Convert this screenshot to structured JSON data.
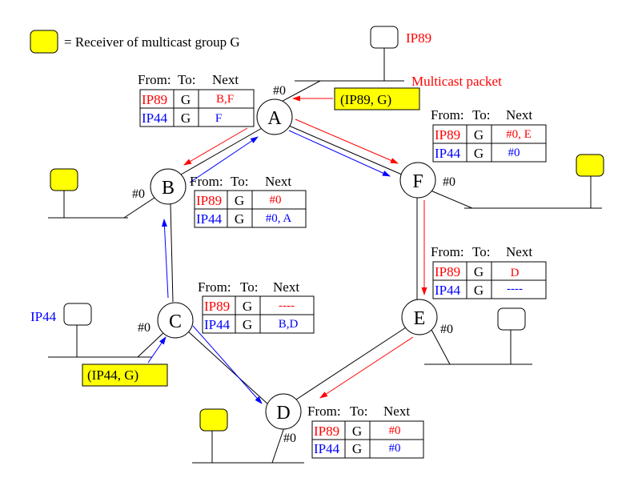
{
  "colors": {
    "red": "#ff0000",
    "blue": "#0000ff",
    "yellow": "#ffff00",
    "black": "#000000"
  },
  "legend": {
    "equals_text": "= Receiver of multicast group G"
  },
  "source": {
    "host_label": "IP89",
    "packet_label": "Multicast packet",
    "packet_tag": "(IP89, G)"
  },
  "source2": {
    "host_label": "IP44",
    "packet_tag": "(IP44, G)"
  },
  "nodes": {
    "A": {
      "label": "A",
      "iface": "#0"
    },
    "B": {
      "label": "B",
      "iface": "#0"
    },
    "C": {
      "label": "C",
      "iface": "#0"
    },
    "D": {
      "label": "D",
      "iface": "#0"
    },
    "E": {
      "label": "E",
      "iface": "#0"
    },
    "F": {
      "label": "F",
      "iface": "#0"
    }
  },
  "table_headers": {
    "from": "From:",
    "to": "To:",
    "next": "Next"
  },
  "tables": {
    "A": [
      {
        "from": "IP89",
        "to": "G",
        "next": "B,F"
      },
      {
        "from": "IP44",
        "to": "G",
        "next": "F"
      }
    ],
    "B": [
      {
        "from": "IP89",
        "to": "G",
        "next": "#0"
      },
      {
        "from": "IP44",
        "to": "G",
        "next": "#0, A"
      }
    ],
    "C": [
      {
        "from": "IP89",
        "to": "G",
        "next": "----"
      },
      {
        "from": "IP44",
        "to": "G",
        "next": "B,D"
      }
    ],
    "D": [
      {
        "from": "IP89",
        "to": "G",
        "next": "#0"
      },
      {
        "from": "IP44",
        "to": "G",
        "next": "#0"
      }
    ],
    "E": [
      {
        "from": "IP89",
        "to": "G",
        "next": "D"
      },
      {
        "from": "IP44",
        "to": "G",
        "next": "----"
      }
    ],
    "F": [
      {
        "from": "IP89",
        "to": "G",
        "next": "#0, E"
      },
      {
        "from": "IP44",
        "to": "G",
        "next": "#0"
      }
    ]
  }
}
